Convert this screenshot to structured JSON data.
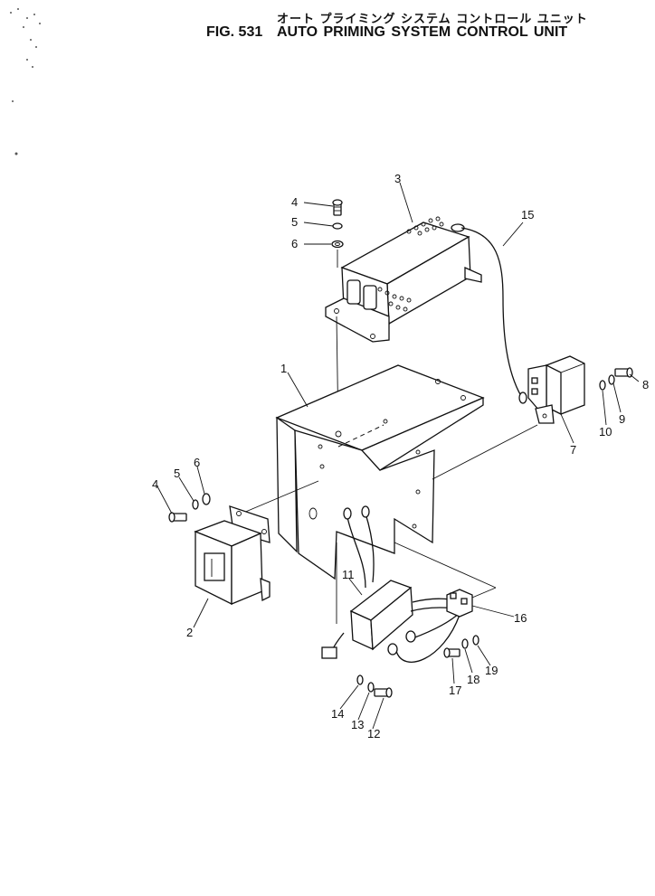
{
  "header": {
    "title_jp": "オート プライミング システム コントロール ユニット",
    "fig_label": "FIG. 531",
    "title": "AUTO PRIMING SYSTEM CONTROL UNIT"
  },
  "callouts": [
    "1",
    "2",
    "3",
    "4",
    "5",
    "6",
    "7",
    "8",
    "9",
    "10",
    "11",
    "12",
    "13",
    "14",
    "15",
    "16",
    "17",
    "18",
    "19"
  ]
}
